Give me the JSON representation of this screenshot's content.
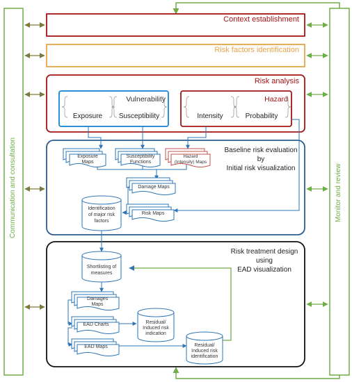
{
  "colors": {
    "context": "#a31515",
    "risk_factors": "#e8a44a",
    "risk_analysis": "#a31515",
    "vulnerability": "#2a8fd6",
    "hazard": "#a31515",
    "baseline": "#2d5c8f",
    "treatment": "#111111",
    "arrow_blue": "#2e75b6",
    "green": "#70ad47",
    "doc_stroke": "#2e75b6",
    "hazard_doc": "#c0504d"
  },
  "left_panel": {
    "label": "Communication and consultation"
  },
  "right_panel": {
    "label": "Monitor and review"
  },
  "context": {
    "label": "Context establishment"
  },
  "risk_factors": {
    "label": "Risk factors identification"
  },
  "risk_analysis": {
    "label": "Risk analysis",
    "vulnerability": {
      "label": "Vulnerability",
      "items": [
        "Exposure",
        "Susceptibility"
      ]
    },
    "hazard": {
      "label": "Hazard",
      "items": [
        "Intensity",
        "Probability"
      ]
    }
  },
  "baseline": {
    "title": [
      "Baseline risk evaluation",
      "by",
      "Initial risk visualization"
    ],
    "exposure_maps": [
      "Exposure",
      "Maps"
    ],
    "susceptibility_functions": [
      "Susceptibility",
      "Functions"
    ],
    "hazard_maps": [
      "Hazard",
      "(Intensity) Maps"
    ],
    "damage_maps": "Damage Maps",
    "risk_maps": "Risk Maps",
    "major_risk_factors": [
      "Identification",
      "of major risk",
      "factors"
    ]
  },
  "treatment": {
    "title": [
      "Risk treatment design",
      "using",
      "EAD visualization"
    ],
    "shortlisting": [
      "Shortlisting of",
      "measures"
    ],
    "damages_maps": [
      "Damages",
      "Maps"
    ],
    "ead_charts": "EAD Charts",
    "residual_indication": [
      "Residual/",
      "Induced risk",
      "indication"
    ],
    "ead_maps": "EAD Maps",
    "residual_identification": [
      "Residual/",
      "Induced risk",
      "identification"
    ]
  }
}
